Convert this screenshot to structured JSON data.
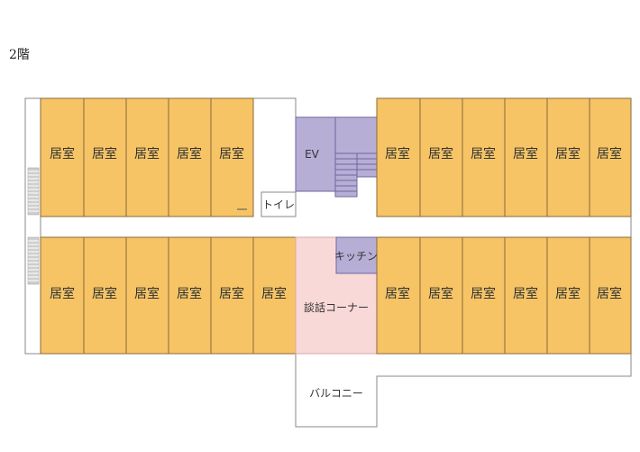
{
  "floor_title": "2階",
  "labels": {
    "room": "居室",
    "ev": "EV",
    "toilet": "トイレ",
    "kitchen": "キッチン",
    "lounge": "談話コーナー",
    "balcony": "バルコニー"
  },
  "colors": {
    "room": "#f6c465",
    "ev": "#b7aed6",
    "lounge": "#f9d9d8"
  }
}
